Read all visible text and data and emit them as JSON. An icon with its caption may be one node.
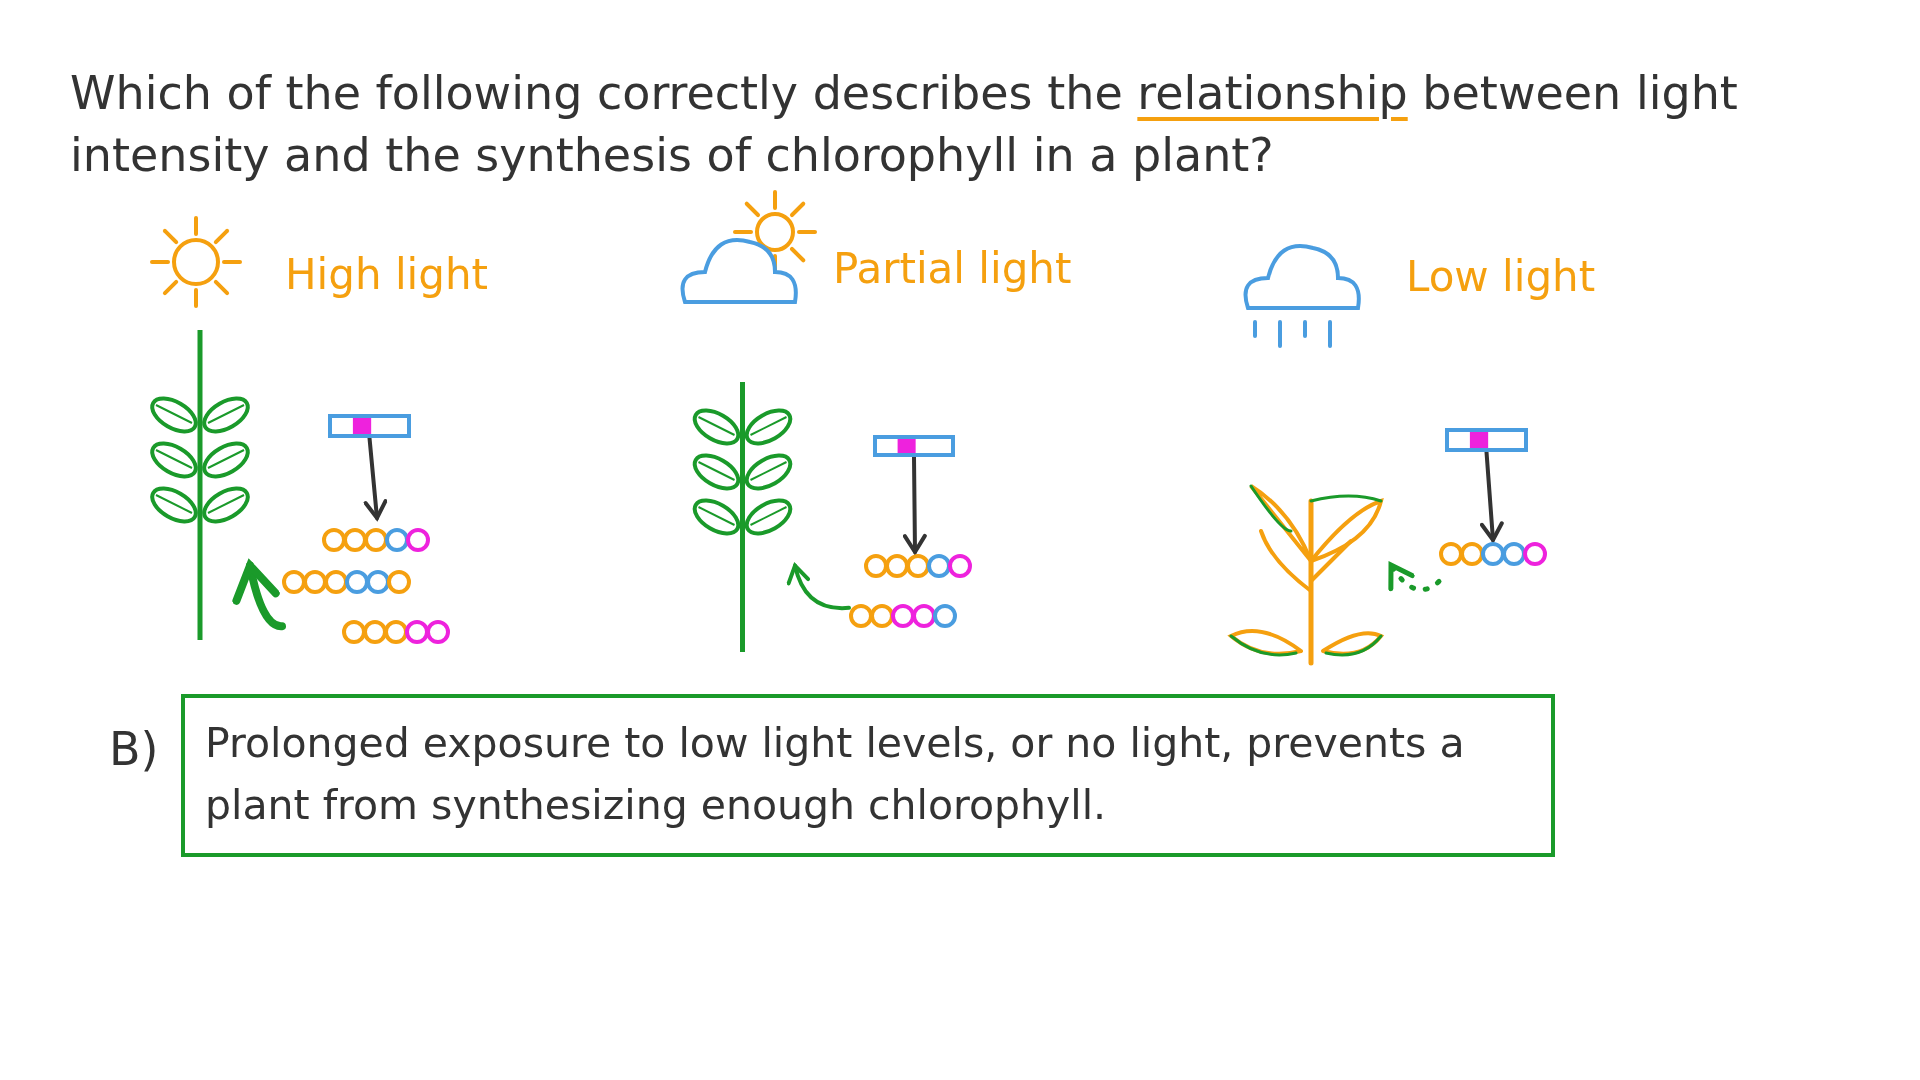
{
  "diagram": {
    "title": "Which of the following correctly describes the **relationship** between light intensity and the synthesis of chlorophyll in a plant?",
    "nodes": [
      {
        "text": [],
        "shape": "picture"
      },
      {
        "text": [],
        "shape": "bar"
      },
      {
        "text": [],
        "shape": "picture"
      },
      {
        "text": [],
        "shape": "picture"
      },
      {
        "text": [],
        "shape": "bar"
      },
      {
        "text": [],
        "shape": "picture"
      },
      {
        "text": [],
        "shape": "picture"
      },
      {
        "text": [],
        "shape": "bar"
      },
      {
        "text": [],
        "shape": "picture"
      },
      {
        "text": [
          "Prolonged exposure to low light levels, or no light, prevents a plant from synthesizing enough chlorophyll."
        ],
        "beside": [
          "B)"
        ]
      }
    ],
    "edges": [
      {
        "from": 1,
        "to": 2,
        "arrow": "to"
      },
      {
        "from": 2,
        "to": 0,
        "arrow": "to",
        "style": "thick",
        "color": "#1a9a2a"
      },
      {
        "from": 4,
        "to": 5,
        "arrow": "to"
      },
      {
        "from": 5,
        "to": 3,
        "arrow": "to",
        "color": "#1a9a2a"
      },
      {
        "from": 7,
        "to": 8,
        "arrow": "to"
      },
      {
        "from": 8,
        "to": 6,
        "arrow": "to",
        "style": "dashed",
        "color": "#1a9a2a"
      }
    ],
    "labels": [
      "High light",
      "Partial light",
      "Low light"
    ]
  }
}
